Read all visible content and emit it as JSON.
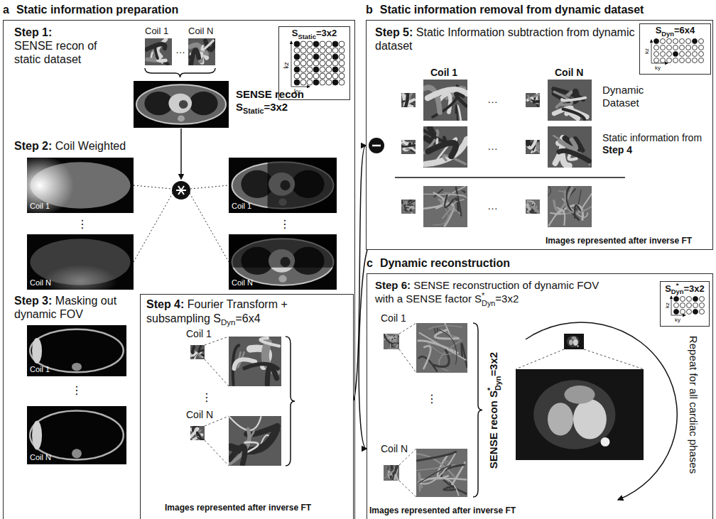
{
  "diagram": {
    "nodes": [
      {
        "text": [
          "a",
          "Static information preparation"
        ]
      },
      {
        "text": [
          "S",
          "Static",
          "=3x2"
        ],
        "in": 0
      },
      {
        "text": [
          "Step 4:",
          "Fourier Transform + subsampling",
          "S",
          "Dyn",
          "=6x4"
        ],
        "in": 0
      },
      {
        "text": [
          "b",
          "Static information removal from dynamic dataset"
        ]
      },
      {
        "text": [
          "S",
          "Dyn",
          "=6x4"
        ],
        "in": 3
      },
      {
        "text": [
          "c",
          "Dynamic reconstruction"
        ]
      },
      {
        "text": [
          "S",
          "*",
          "Dyn",
          "=3x2"
        ],
        "in": 5
      }
    ],
    "edges": [
      {
        "from": 2,
        "to": 3,
        "arrow": "to"
      },
      {
        "from": 3,
        "to": 5,
        "arrow": "to"
      }
    ],
    "labels": [
      "Step 1:",
      "SENSE recon of static dataset",
      "Coil 1",
      "…",
      "Coil N",
      "SENSE recon",
      "S",
      "Static",
      "=3x2",
      "kz",
      "ky",
      "Step 2:",
      "Coil Weighted",
      "Coil 1",
      "⋮",
      "Coil N",
      "Coil 1",
      "⋮",
      "Coil N",
      "Step 3:",
      "Masking out dynamic FOV",
      "Coil 1",
      "⋮",
      "Coil N",
      "Coil 1",
      "⋮",
      "Coil N",
      "Images represented after inverse FT",
      "Step 5:",
      "Static Information subtraction from dynamic dataset",
      "kz",
      "ky",
      "Coil 1",
      "Coil N",
      "…",
      "Dynamic Dataset",
      "…",
      "Static information from",
      "Step 4",
      "…",
      "Images represented after inverse FT",
      "Step 6:",
      "SENSE reconstruction of dynamic FOV with a SENSE factor",
      "S",
      "*",
      "Dyn",
      "=3x2",
      "kz",
      "ky",
      "Coil 1",
      "⋮",
      "Coil N",
      "SENSE recon",
      "S",
      "*",
      "Dyn",
      "=3x2",
      "Repeat for all cardiac phases",
      "Images represented after inverse FT"
    ]
  }
}
